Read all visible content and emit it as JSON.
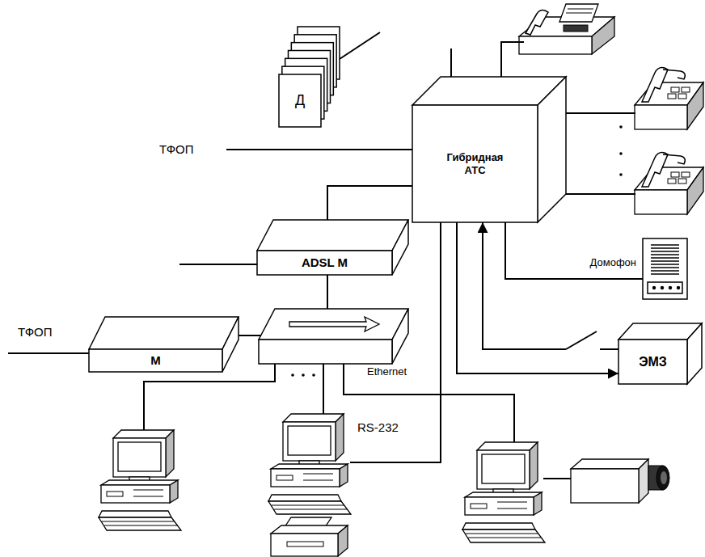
{
  "diagram": {
    "nodes": [
      {
        "text": [
          "Д"
        ]
      },
      {
        "text": [
          "Гибридная АТС"
        ]
      },
      {
        "text": [
          "ADSL M"
        ]
      },
      {
        "text": [
          "M"
        ]
      },
      {
        "text": [
          "Ethernet"
        ]
      },
      {
        "text": [
          "Домофон"
        ]
      },
      {
        "text": [
          "ЭМЗ"
        ]
      }
    ],
    "edges": [
      {
        "from": 0,
        "to": 1,
        "arrow": "none"
      },
      {
        "from": 2,
        "to": 1,
        "arrow": "none"
      },
      {
        "from": 2,
        "to": 4,
        "arrow": "none"
      },
      {
        "from": 3,
        "to": 4,
        "arrow": "none"
      },
      {
        "from": 1,
        "to": 5,
        "arrow": "none"
      },
      {
        "from": 6,
        "to": 1,
        "arrow": "to"
      },
      {
        "from": 1,
        "to": 6,
        "arrow": "to"
      }
    ],
    "labels": [
      "ТФОП",
      "ТФОП",
      "RS-232"
    ]
  }
}
